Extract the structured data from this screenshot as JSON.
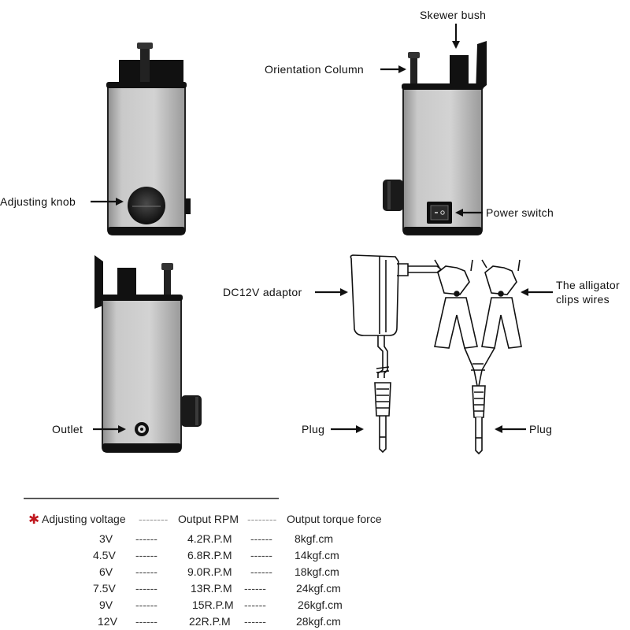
{
  "labels": {
    "skewer_bush": "Skewer bush",
    "orientation_column": "Orientation Column",
    "adjusting_knob": "Adjusting knob",
    "power_switch": "Power switch",
    "adaptor": "DC12V adaptor",
    "alligator_line1": "The alligator",
    "alligator_line2": "clips wires",
    "outlet": "Outlet",
    "plug_left": "Plug",
    "plug_right": "Plug"
  },
  "spec_table": {
    "header": {
      "col1": "Adjusting voltage",
      "col2": "Output RPM",
      "col3": "Output torque force"
    },
    "rows": [
      {
        "voltage": "3V",
        "rpm": "4.2R.P.M",
        "torque": "8kgf.cm"
      },
      {
        "voltage": "4.5V",
        "rpm": "6.8R.P.M",
        "torque": "14kgf.cm"
      },
      {
        "voltage": "6V",
        "rpm": "9.0R.P.M",
        "torque": "18kgf.cm"
      },
      {
        "voltage": "7.5V",
        "rpm": "13R.P.M",
        "torque": "24kgf.cm"
      },
      {
        "voltage": "9V",
        "rpm": "15R.P.M",
        "torque": "26kgf.cm"
      },
      {
        "voltage": "12V",
        "rpm": "22R.P.M",
        "torque": "28kgf.cm"
      }
    ]
  },
  "colors": {
    "body_gray": "#c4c4c4",
    "dark": "#111111",
    "star": "#c0181f"
  }
}
